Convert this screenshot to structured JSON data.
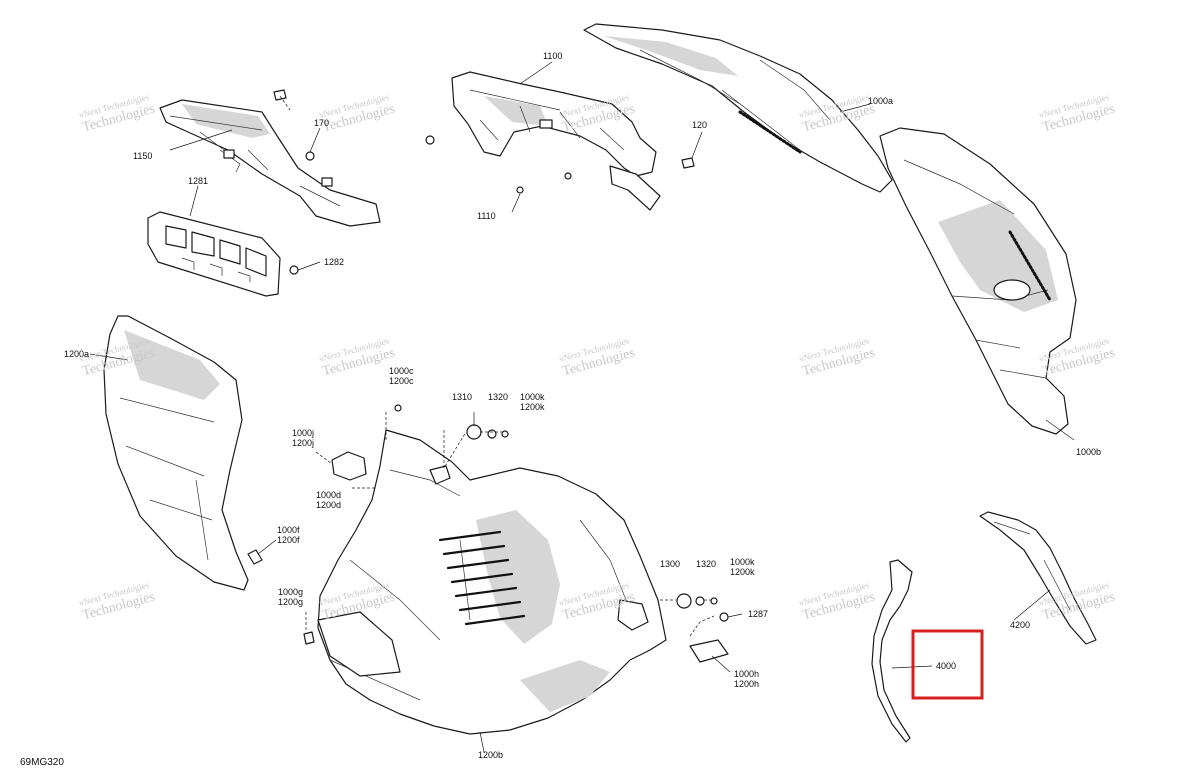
{
  "diagram": {
    "code": "69MG320",
    "highlighted_callout": "4000",
    "watermark": {
      "line1": "vNext Technologies",
      "line2": "Technologies"
    },
    "callouts": [
      {
        "id": "c-1100",
        "lines": [
          "1100"
        ]
      },
      {
        "id": "c-1000a",
        "lines": [
          "1000a"
        ]
      },
      {
        "id": "c-170",
        "lines": [
          "170"
        ]
      },
      {
        "id": "c-120",
        "lines": [
          "120"
        ]
      },
      {
        "id": "c-1150",
        "lines": [
          "1150"
        ]
      },
      {
        "id": "c-1110",
        "lines": [
          "1110"
        ]
      },
      {
        "id": "c-1281",
        "lines": [
          "1281"
        ]
      },
      {
        "id": "c-1282",
        "lines": [
          "1282"
        ]
      },
      {
        "id": "c-1200a",
        "lines": [
          "1200a"
        ]
      },
      {
        "id": "c-1000c",
        "lines": [
          "1000c",
          "1200c"
        ]
      },
      {
        "id": "c-1310",
        "lines": [
          "1310"
        ]
      },
      {
        "id": "c-1320a",
        "lines": [
          "1320"
        ]
      },
      {
        "id": "c-1000k-a",
        "lines": [
          "1000k",
          "1200k"
        ]
      },
      {
        "id": "c-1000j",
        "lines": [
          "1000j",
          "1200j"
        ]
      },
      {
        "id": "c-1000b",
        "lines": [
          "1000b"
        ]
      },
      {
        "id": "c-1000d",
        "lines": [
          "1000d",
          "1200d"
        ]
      },
      {
        "id": "c-1000f",
        "lines": [
          "1000f",
          "1200f"
        ]
      },
      {
        "id": "c-1300",
        "lines": [
          "1300"
        ]
      },
      {
        "id": "c-1320b",
        "lines": [
          "1320"
        ]
      },
      {
        "id": "c-1000k-b",
        "lines": [
          "1000k",
          "1200k"
        ]
      },
      {
        "id": "c-1000g",
        "lines": [
          "1000g",
          "1200g"
        ]
      },
      {
        "id": "c-1287",
        "lines": [
          "1287"
        ]
      },
      {
        "id": "c-4200",
        "lines": [
          "4200"
        ]
      },
      {
        "id": "c-4000",
        "lines": [
          "4000"
        ]
      },
      {
        "id": "c-1000h",
        "lines": [
          "1000h",
          "1200h"
        ]
      },
      {
        "id": "c-1200b",
        "lines": [
          "1200b"
        ]
      }
    ]
  }
}
